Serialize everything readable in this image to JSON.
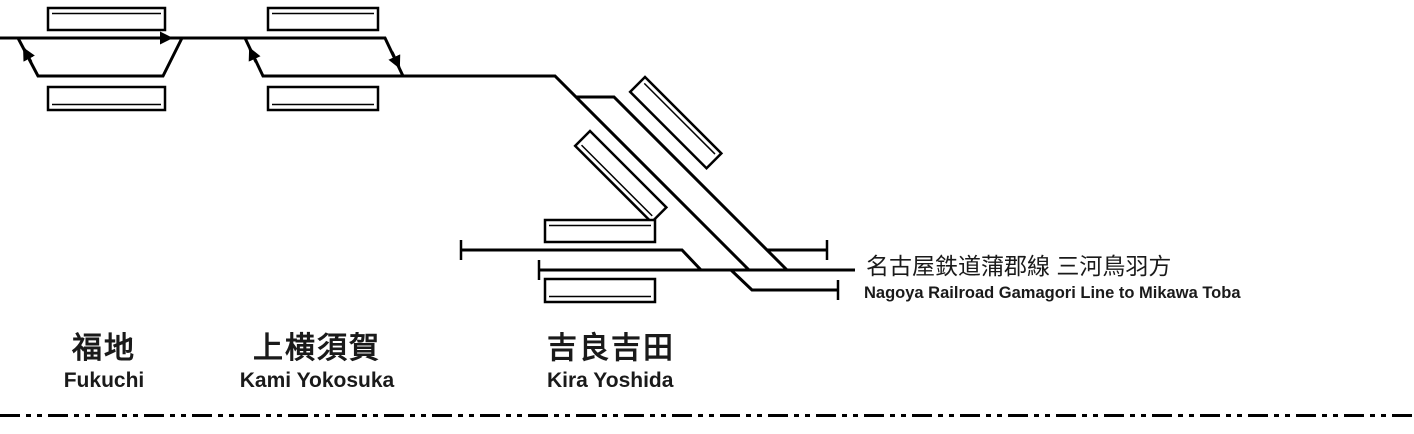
{
  "colors": {
    "line": "#000000",
    "background": "#ffffff",
    "text": "#1a1a1a"
  },
  "stations": [
    {
      "id": "fukuchi",
      "name_jp": "福地",
      "name_en": "Fukuchi"
    },
    {
      "id": "kami-yokosuka",
      "name_jp": "上横須賀",
      "name_en": "Kami Yokosuka"
    },
    {
      "id": "kira-yoshida",
      "name_jp": "吉良吉田",
      "name_en": "Kira Yoshida"
    }
  ],
  "connection": {
    "name_jp": "名古屋鉄道蒲郡線 三河鳥羽方",
    "name_en": "Nagoya Railroad Gamagori Line to Mikawa Toba"
  }
}
